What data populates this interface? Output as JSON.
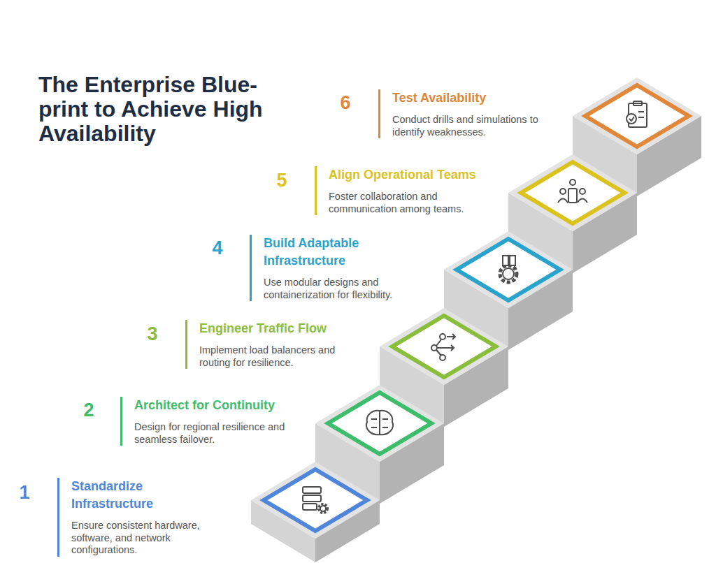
{
  "diagram": {
    "title": "The Enterprise Blue- print to Achieve High Availability",
    "nodes": [
      {
        "text": [
          "Standardize Infrastructure",
          "Ensure consistent hardware, software, and network configurations."
        ]
      },
      {
        "text": [
          "Architect for Continuity",
          "Design for regional resilience and seamless failover."
        ]
      },
      {
        "text": [
          "Engineer Traffic Flow",
          "Implement load balancers and routing for resilience."
        ]
      },
      {
        "text": [
          "Build Adaptable Infrastructure",
          "Use modular designs and containerization for flexibility."
        ]
      },
      {
        "text": [
          "Align Operational Teams",
          "Foster collaboration and communication among teams."
        ]
      },
      {
        "text": [
          "Test Availability",
          "Conduct drills and simulations to identify weaknesses."
        ]
      }
    ],
    "labels": [
      "1",
      "2",
      "3",
      "4",
      "5",
      "6"
    ]
  }
}
